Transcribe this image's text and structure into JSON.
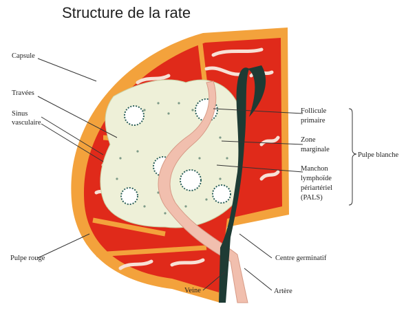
{
  "title": "Structure de la rate",
  "labels": {
    "capsule": "Capsule",
    "travees": "Travées",
    "sinus_line1": "Sinus",
    "sinus_line2": "vasculaire",
    "pulpe_rouge": "Pulpe rouge",
    "veine": "Veine",
    "artere": "Artère",
    "centre_germinatif": "Centre germinatif",
    "follicule_line1": "Follicule",
    "follicule_line2": "primaire",
    "zone_line1": "Zone",
    "zone_line2": "marginale",
    "manchon_line1": "Manchon",
    "manchon_line2": "lymphoïde",
    "manchon_line3": "périartériel",
    "manchon_line4": "(PALS)",
    "pulpe_blanche": "Pulpe blanche"
  },
  "colors": {
    "capsule": "#f3a23c",
    "pulpe_rouge": "#e02a1a",
    "pulpe_blanche": "#eef0d8",
    "trabecule": "#f5c7b0",
    "veine": "#1e3b34",
    "artere": "#f1bfae"
  }
}
